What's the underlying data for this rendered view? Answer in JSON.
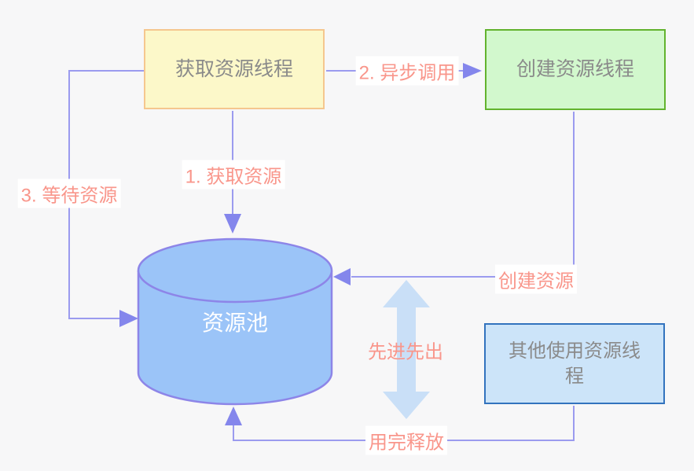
{
  "diagram": {
    "title": "resource-pool-pattern",
    "colors": {
      "background": "#f7f7f8",
      "edge_line": "#9b9bef",
      "arrowhead": "#8486ec",
      "edge_label_text": "#f9968b",
      "node_text": "#8a8a8a",
      "fifo_arrow": "#c9dff7",
      "acquire_node_fill": "#fcf8c9",
      "acquire_node_border": "#f5c78e",
      "create_node_fill": "#d2f8cd",
      "create_node_border": "#62b32e",
      "pool_fill": "#9bc4f8",
      "pool_border": "#8d85e8",
      "pool_text": "#ffffff",
      "other_node_fill": "#cce4f9",
      "other_node_border": "#3273be"
    },
    "nodes": {
      "acquire_thread": {
        "label": "获取资源线程",
        "shape": "rectangle"
      },
      "create_thread": {
        "label": "创建资源线程",
        "shape": "rectangle"
      },
      "resource_pool": {
        "label": "资源池",
        "shape": "cylinder"
      },
      "other_thread": {
        "label": "其他使用资源线程",
        "shape": "rectangle"
      }
    },
    "edges": {
      "acquire": {
        "label": "1. 获取资源",
        "from": "acquire_thread",
        "to": "resource_pool"
      },
      "async_call": {
        "label": "2. 异步调用",
        "from": "acquire_thread",
        "to": "create_thread"
      },
      "wait": {
        "label": "3. 等待资源",
        "from": "acquire_thread",
        "to": "resource_pool"
      },
      "create": {
        "label": "创建资源",
        "from": "create_thread",
        "to": "resource_pool"
      },
      "fifo": {
        "label": "先进先出",
        "type": "double-arrow"
      },
      "release": {
        "label": "用完释放",
        "from": "other_thread",
        "to": "resource_pool"
      }
    }
  }
}
